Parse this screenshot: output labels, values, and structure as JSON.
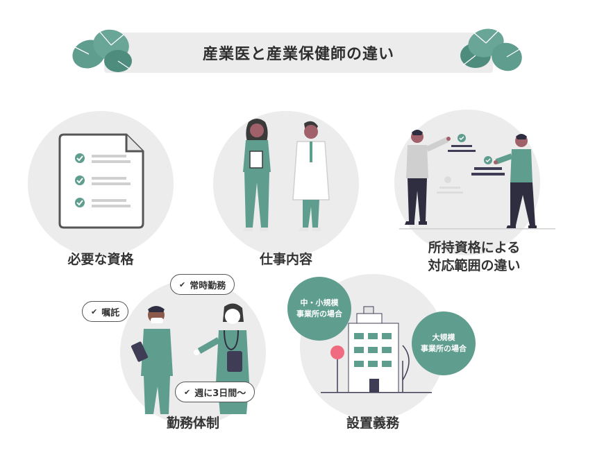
{
  "title": "産業医と産業保健師の違い",
  "sections": {
    "qualification": {
      "label": "必要な資格"
    },
    "job": {
      "label": "仕事内容"
    },
    "scope": {
      "label_line1": "所持資格による",
      "label_line2": "対応範囲の違い"
    },
    "work": {
      "label": "勤務体制",
      "tags": {
        "fulltime": "常時勤務",
        "contract": "嘱託",
        "days": "週に3日間〜"
      }
    },
    "duty": {
      "label": "設置義務",
      "small": {
        "line1": "中・小規模",
        "line2": "事業所の場合"
      },
      "large": {
        "line1": "大規模",
        "line2": "事業所の場合"
      }
    }
  },
  "colors": {
    "accent": "#5f9d8e",
    "circle": "#ececec",
    "text": "#333333",
    "pink": "#f06b80"
  },
  "icons": [
    "leaf-icon",
    "document-checklist-icon",
    "check-icon",
    "building-icon"
  ]
}
